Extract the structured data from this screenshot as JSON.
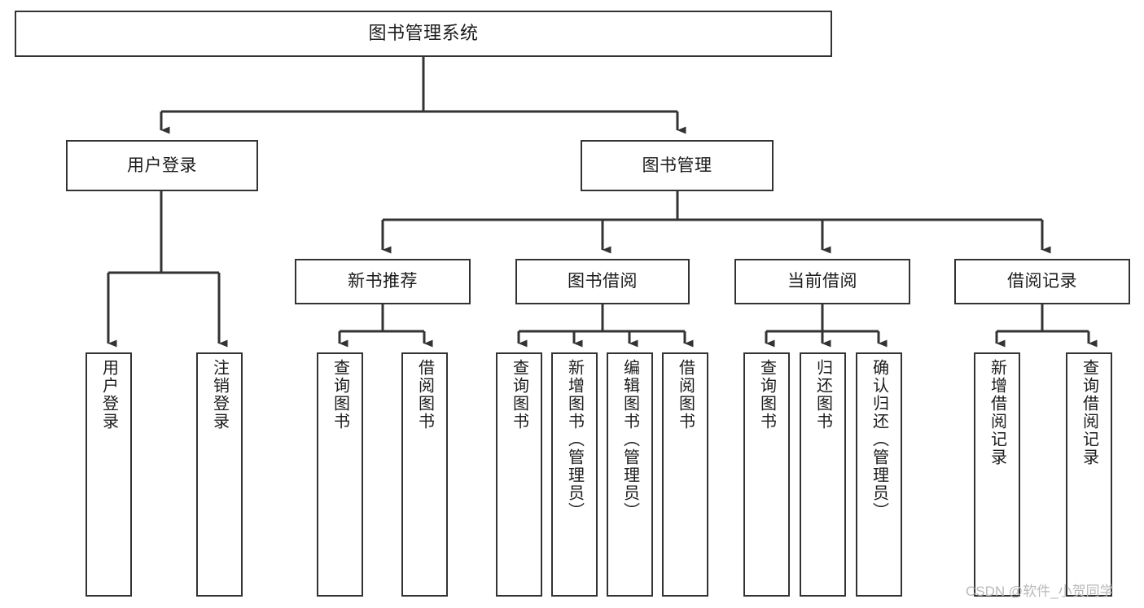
{
  "diagram": {
    "title": "图书管理系统",
    "type": "hierarchy-tree",
    "orientation": "top-down",
    "colors": {
      "background": "#ffffff",
      "stroke": "#333333",
      "node_fill": "#ffffff",
      "text": "#1b1b1b",
      "watermark": "#b9b9b9"
    },
    "nodes": {
      "root": {
        "id": "root",
        "label": "图书管理系统"
      },
      "tier1": [
        {
          "id": "user-login",
          "label": "用户登录"
        },
        {
          "id": "book-management",
          "label": "图书管理"
        }
      ],
      "tier2": [
        {
          "id": "new-book-recommend",
          "label": "新书推荐",
          "parent": "book-management"
        },
        {
          "id": "book-borrow",
          "label": "图书借阅",
          "parent": "book-management"
        },
        {
          "id": "current-borrow",
          "label": "当前借阅",
          "parent": "book-management"
        },
        {
          "id": "borrow-record",
          "label": "借阅记录",
          "parent": "book-management"
        }
      ],
      "leaves": [
        {
          "id": "leaf-user-login",
          "label": "用户登录",
          "parent": "user-login"
        },
        {
          "id": "leaf-user-logout",
          "label": "注销登录",
          "parent": "user-login"
        },
        {
          "id": "leaf-query-book-1",
          "label": "查询图书",
          "parent": "new-book-recommend"
        },
        {
          "id": "leaf-borrow-book-1",
          "label": "借阅图书",
          "parent": "new-book-recommend"
        },
        {
          "id": "leaf-query-book-2",
          "label": "查询图书",
          "parent": "book-borrow"
        },
        {
          "id": "leaf-add-book",
          "label": "新增图书（管理员）",
          "parent": "book-borrow"
        },
        {
          "id": "leaf-edit-book",
          "label": "编辑图书（管理员）",
          "parent": "book-borrow"
        },
        {
          "id": "leaf-borrow-book-2",
          "label": "借阅图书",
          "parent": "book-borrow"
        },
        {
          "id": "leaf-query-book-3",
          "label": "查询图书",
          "parent": "current-borrow"
        },
        {
          "id": "leaf-return-book",
          "label": "归还图书",
          "parent": "current-borrow"
        },
        {
          "id": "leaf-confirm-return",
          "label": "确认归还（管理员）",
          "parent": "current-borrow"
        },
        {
          "id": "leaf-add-record",
          "label": "新增借阅记录",
          "parent": "borrow-record"
        },
        {
          "id": "leaf-query-record",
          "label": "查询借阅记录",
          "parent": "borrow-record"
        }
      ]
    },
    "watermark": "CSDN @软件_小贺同学"
  }
}
